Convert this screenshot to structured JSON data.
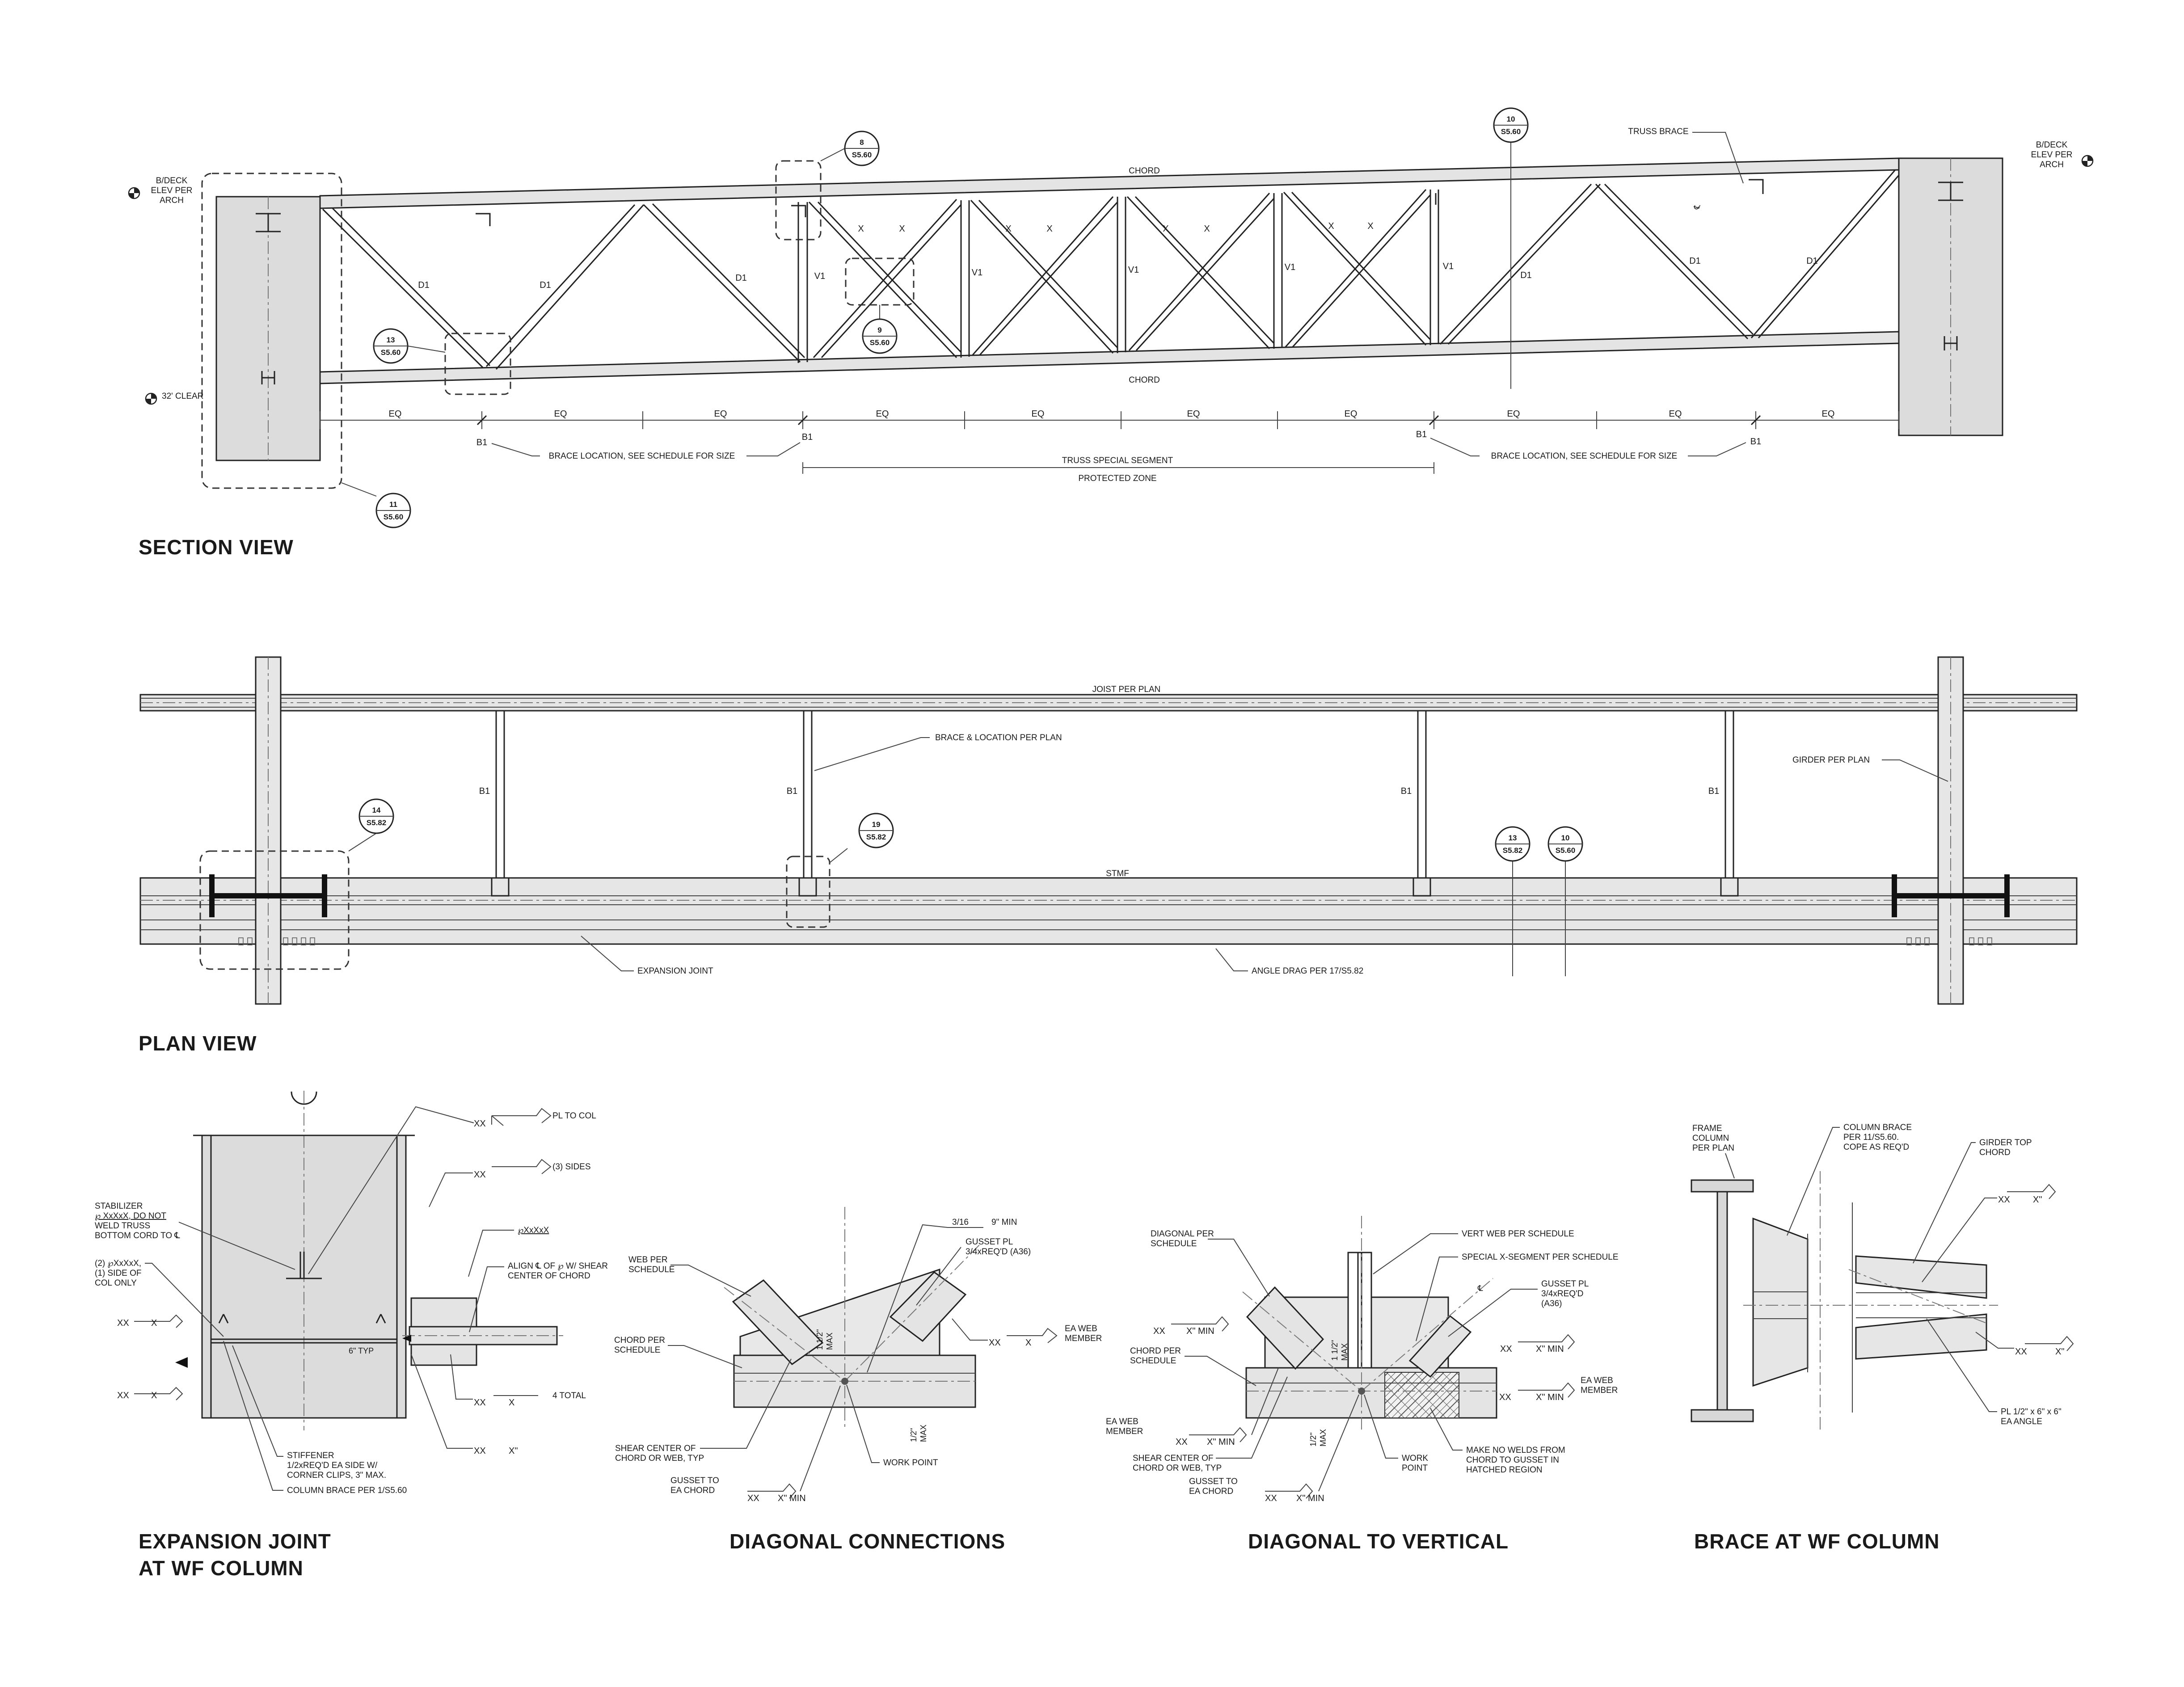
{
  "section_view": {
    "title": "SECTION VIEW",
    "bdeck_left": [
      "B/DECK",
      "ELEV PER",
      "ARCH"
    ],
    "bdeck_right": [
      "B/DECK",
      "ELEV PER",
      "ARCH"
    ],
    "clear": "32' CLEAR",
    "chord_top": "CHORD",
    "chord_bottom": "CHORD",
    "truss_brace": "TRUSS BRACE",
    "x_mark": "X",
    "d1": "D1",
    "v1": "V1",
    "eq": "EQ",
    "b1": "B1",
    "brace_note": "BRACE LOCATION, SEE SCHEDULE FOR SIZE",
    "special_segment": "TRUSS SPECIAL SEGMENT",
    "protected_zone": "PROTECTED ZONE",
    "cl_mark": "℄",
    "bubbles": {
      "b8": {
        "num": "8",
        "sheet": "S5.60"
      },
      "b9": {
        "num": "9",
        "sheet": "S5.60"
      },
      "b10": {
        "num": "10",
        "sheet": "S5.60"
      },
      "b11": {
        "num": "11",
        "sheet": "S5.60"
      },
      "b13": {
        "num": "13",
        "sheet": "S5.60"
      }
    }
  },
  "plan_view": {
    "title": "PLAN VIEW",
    "joist": "JOIST PER PLAN",
    "brace_loc": "BRACE & LOCATION PER PLAN",
    "girder": "GIRDER PER PLAN",
    "stmf": "STMF",
    "b1": "B1",
    "expansion_joint": "EXPANSION JOINT",
    "angle_drag": "ANGLE DRAG PER 17/S5.82",
    "bubbles": {
      "b14": {
        "num": "14",
        "sheet": "S5.82"
      },
      "b19": {
        "num": "19",
        "sheet": "S5.82"
      },
      "b13": {
        "num": "13",
        "sheet": "S5.82"
      },
      "b10": {
        "num": "10",
        "sheet": "S5.60"
      }
    }
  },
  "detail_expansion": {
    "title_line1": "EXPANSION JOINT",
    "title_line2": "AT WF COLUMN",
    "pl_to_col": "PL TO COL",
    "three_sides": "(3) SIDES",
    "stabilizer": [
      "STABILIZER",
      "℘ XxXxX, DO NOT",
      "WELD TRUSS",
      "BOTTOM CORD TO ℄"
    ],
    "pl_side": [
      "(2) ℘XxXxX,",
      "(1) SIDE OF",
      "COL ONLY"
    ],
    "pl_xxx": "℘XxXxX",
    "align": [
      "ALIGN ℄ OF ℘ W/ SHEAR",
      "CENTER OF CHORD"
    ],
    "six_typ": "6\" TYP",
    "four_total": "4 TOTAL",
    "stiffener": [
      "STIFFENER",
      "1/2xREQ'D EA SIDE W/",
      "CORNER CLIPS, 3\" MAX."
    ],
    "column_brace": "COLUMN BRACE PER 1/S5.60",
    "xx": "XX",
    "x": "X",
    "xq": "X\""
  },
  "detail_diagonal": {
    "title": "DIAGONAL CONNECTIONS",
    "web": [
      "WEB PER",
      "SCHEDULE"
    ],
    "chord": [
      "CHORD PER",
      "SCHEDULE"
    ],
    "fillet": "3/16",
    "nine_min": "9\" MIN",
    "gusset": [
      "GUSSET PL",
      "3/4xREQ'D (A36)"
    ],
    "half_max": [
      "1 1/2\"",
      "MAX"
    ],
    "ea_web": [
      "EA WEB",
      "MEMBER"
    ],
    "shear_center": [
      "SHEAR CENTER OF",
      "CHORD OR WEB, TYP"
    ],
    "gusset_chord": [
      "GUSSET TO",
      "EA CHORD"
    ],
    "xmin": "X\" MIN",
    "work_point": "WORK POINT",
    "half_dim": [
      "1/2\"",
      "MAX"
    ],
    "xx": "XX",
    "x": "X"
  },
  "detail_vertical": {
    "title": "DIAGONAL TO VERTICAL",
    "diagonal": [
      "DIAGONAL PER",
      "SCHEDULE"
    ],
    "vert_web": "VERT WEB PER SCHEDULE",
    "special_x": "SPECIAL X-SEGMENT PER SCHEDULE",
    "gusset": [
      "GUSSET PL",
      "3/4xREQ'D",
      "(A36)"
    ],
    "chord": [
      "CHORD PER",
      "SCHEDULE"
    ],
    "ea_web_l": [
      "EA WEB",
      "MEMBER"
    ],
    "ea_web_r": [
      "EA WEB",
      "MEMBER"
    ],
    "shear_center": [
      "SHEAR CENTER OF",
      "CHORD OR WEB, TYP"
    ],
    "gusset_chord": [
      "GUSSET TO",
      "EA CHORD"
    ],
    "work_point": [
      "WORK",
      "POINT"
    ],
    "no_welds": [
      "MAKE NO WELDS FROM",
      "CHORD TO GUSSET IN",
      "HATCHED REGION"
    ],
    "half_max": [
      "1 1/2\"",
      "MAX"
    ],
    "half_dim": [
      "1/2\"",
      "MAX"
    ],
    "xmin": "X\" MIN",
    "xx": "XX",
    "cl_mark": "℄"
  },
  "detail_brace": {
    "title": "BRACE AT WF COLUMN",
    "frame_col": [
      "FRAME",
      "COLUMN",
      "PER PLAN"
    ],
    "col_brace": [
      "COLUMN BRACE",
      "PER 11/S5.60.",
      "COPE AS REQ'D"
    ],
    "girder_top": [
      "GIRDER TOP",
      "CHORD"
    ],
    "pl": [
      "PL 1/2\" x 6\" x 6\"",
      "EA ANGLE"
    ],
    "xx": "XX",
    "xq": "X\""
  }
}
